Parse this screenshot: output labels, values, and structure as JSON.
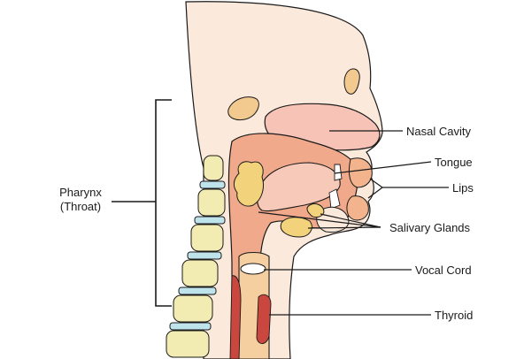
{
  "diagram": {
    "labels": {
      "pharynx_line1": "Pharynx",
      "pharynx_line2": "(Throat)",
      "nasal_cavity": "Nasal Cavity",
      "tongue": "Tongue",
      "lips": "Lips",
      "salivary_glands": "Salivary Glands",
      "vocal_cord": "Vocal Cord",
      "thyroid": "Thyroid"
    },
    "colors": {
      "skin": "#fbe9dc",
      "tissue": "#f0a98a",
      "nasal": "#f6c3b6",
      "gland": "#f2d27a",
      "vertebra": "#f3ecb2",
      "disc": "#bfe3ea",
      "muscle": "#c9473f",
      "outline": "#1a1a1a"
    }
  }
}
